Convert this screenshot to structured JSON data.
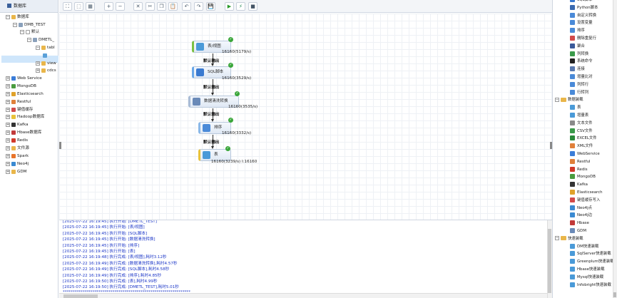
{
  "left_panel": {
    "title": "数据库",
    "tree": [
      {
        "label": "数据库",
        "toggle": "−",
        "icon_color": "#e9b64a",
        "icon": "database-folder-icon"
      },
      {
        "label": "DMB_TEST",
        "toggle": "−",
        "icon_color": "#8aa0bb",
        "icon": "database-icon"
      },
      {
        "label": "默认",
        "toggle": "−",
        "icon_color": "#ffffff",
        "icon": "schema-icon"
      },
      {
        "label": "DMETL_",
        "toggle": "−",
        "icon_color": "#8aa0bb",
        "icon": "user-icon"
      },
      {
        "label": "tabl",
        "toggle": "−",
        "icon_color": "#e9b64a",
        "icon": "folder-icon"
      },
      {
        "label": "",
        "toggle": "",
        "icon_color": "#5aa0d8",
        "icon": "table-icon"
      },
      {
        "label": "view",
        "toggle": "+",
        "icon_color": "#e9b64a",
        "icon": "folder-icon"
      },
      {
        "label": "cdcs",
        "toggle": "+",
        "icon_color": "#e9b64a",
        "icon": "folder-icon"
      },
      {
        "label": "Web Service",
        "toggle": "+",
        "icon_color": "#3b7dd8",
        "icon": "webservice-icon"
      },
      {
        "label": "MongoDB",
        "toggle": "+",
        "icon_color": "#4a9c3f",
        "icon": "mongodb-icon"
      },
      {
        "label": "Elasticsearch",
        "toggle": "+",
        "icon_color": "#e0a22a",
        "icon": "elasticsearch-icon"
      },
      {
        "label": "Restful",
        "toggle": "+",
        "icon_color": "#e0803a",
        "icon": "restful-icon"
      },
      {
        "label": "键值缓存",
        "toggle": "+",
        "icon_color": "#d24a4a",
        "icon": "kv-cache-icon"
      },
      {
        "label": "Hadoop数据库",
        "toggle": "+",
        "icon_color": "#e9c23a",
        "icon": "hadoop-icon"
      },
      {
        "label": "Kafka",
        "toggle": "+",
        "icon_color": "#333333",
        "icon": "kafka-icon"
      },
      {
        "label": "Hbase数据库",
        "toggle": "+",
        "icon_color": "#c23a3a",
        "icon": "hbase-icon"
      },
      {
        "label": "Redis",
        "toggle": "+",
        "icon_color": "#d23a2a",
        "icon": "redis-icon"
      },
      {
        "label": "文件源",
        "toggle": "+",
        "icon_color": "#e9b64a",
        "icon": "file-source-icon"
      },
      {
        "label": "Spark",
        "toggle": "+",
        "icon_color": "#e8742a",
        "icon": "spark-icon"
      },
      {
        "label": "Neo4j",
        "toggle": "+",
        "icon_color": "#3a8ad2",
        "icon": "neo4j-icon"
      },
      {
        "label": "GDM",
        "toggle": "+",
        "icon_color": "#e9b64a",
        "icon": "gdm-icon"
      }
    ]
  },
  "toolbar": {
    "buttons": [
      {
        "name": "fit-view-button",
        "glyph": "⛶"
      },
      {
        "name": "select-button",
        "glyph": "⬚"
      },
      {
        "name": "grid-button",
        "glyph": "▦"
      },
      {
        "name": "zoom-in-button",
        "glyph": "+"
      },
      {
        "name": "zoom-out-button",
        "glyph": "−"
      },
      {
        "name": "delete-button",
        "glyph": "✕"
      },
      {
        "name": "cut-button",
        "glyph": "✂"
      },
      {
        "name": "copy-button",
        "glyph": "❐"
      },
      {
        "name": "paste-button",
        "glyph": "📋"
      },
      {
        "name": "undo-button",
        "glyph": "↶"
      },
      {
        "name": "redo-button",
        "glyph": "↷"
      },
      {
        "name": "save-button",
        "glyph": "💾"
      },
      {
        "name": "run-button",
        "glyph": "▶"
      },
      {
        "name": "debug-button",
        "glyph": "⚡"
      },
      {
        "name": "stop-button",
        "glyph": "■"
      }
    ]
  },
  "flow": {
    "nodes": [
      {
        "label": "表/视图",
        "stat": "16160(5179/s)",
        "icon_color": "#4a9ad8",
        "accent": "#7ac043"
      },
      {
        "label": "SQL脚本",
        "stat": "16160(3529/s)",
        "icon_color": "#3a7ad0",
        "accent": "#6aa8e8"
      },
      {
        "label": "数据清洗转换",
        "stat": "16160(3535/s)",
        "icon_color": "#6a8ab8",
        "accent": "#a9bcd6"
      },
      {
        "label": "排序",
        "stat": "16160(3332/s)",
        "icon_color": "#4a8ad8",
        "accent": "#8ab8e8"
      },
      {
        "label": "表",
        "stat": "16160(3239/s) I:16160",
        "icon_color": "#4a9ad8",
        "accent": "#e9c23a"
      }
    ],
    "edge_label": "默认输出"
  },
  "log": {
    "lines": [
      "[2025-07-22 16:19:45] 执行开始: [DMETL_TEST]",
      "[2025-07-22 16:19:45] 执行开始: [表/视图]",
      "[2025-07-22 16:19:45] 执行开始: [SQL脚本]",
      "[2025-07-22 16:19:45] 执行开始: [数据清洗转换]",
      "[2025-07-22 16:19:45] 执行开始: [排序]",
      "[2025-07-22 16:19:45] 执行开始: [表]",
      "[2025-07-22 16:19:48] 执行完成: [表/视图],耗时3.12秒",
      "[2025-07-22 16:19:49] 执行完成: [数据清洗转换],耗时4.57秒",
      "[2025-07-22 16:19:49] 执行完成: [SQL脚本],耗时4.58秒",
      "[2025-07-22 16:19:49] 执行完成: [排序],耗时4.85秒",
      "[2025-07-22 16:19:50] 执行完成: [表],耗时4.99秒",
      "[2025-07-22 16:19:50] 执行完成: [DMETL_TEST],耗时5.01秒",
      "****************************************************************"
    ]
  },
  "right_panel": {
    "items": [
      {
        "label": "SQL脚本",
        "type": "item",
        "color": "#3a7ad0",
        "icon": "sql-script-icon"
      },
      {
        "label": "Python脚本",
        "type": "item",
        "color": "#3a6ab0",
        "icon": "python-script-icon"
      },
      {
        "label": "自定义转换",
        "type": "item",
        "color": "#4a8ad8",
        "icon": "custom-transform-icon"
      },
      {
        "label": "设置变量",
        "type": "item",
        "color": "#4a8ad8",
        "icon": "set-variable-icon"
      },
      {
        "label": "排序",
        "type": "item",
        "color": "#4a8ad8",
        "icon": "sort-icon"
      },
      {
        "label": "删除重复行",
        "type": "item",
        "color": "#d24a4a",
        "icon": "dedupe-icon"
      },
      {
        "label": "聚合",
        "type": "item",
        "color": "#3a5a9a",
        "icon": "aggregate-icon"
      },
      {
        "label": "列转换",
        "type": "item",
        "color": "#3a9a4a",
        "icon": "column-transform-icon"
      },
      {
        "label": "系统命令",
        "type": "item",
        "color": "#222222",
        "icon": "system-command-icon"
      },
      {
        "label": "连接",
        "type": "item",
        "color": "#5a7ab0",
        "icon": "join-icon"
      },
      {
        "label": "增量比对",
        "type": "item",
        "color": "#4a8ad8",
        "icon": "incremental-compare-icon"
      },
      {
        "label": "列转行",
        "type": "item",
        "color": "#4a8ad8",
        "icon": "column-to-row-icon"
      },
      {
        "label": "行转列",
        "type": "item",
        "color": "#4a8ad8",
        "icon": "row-to-column-icon"
      },
      {
        "label": "数据装载",
        "type": "group",
        "color": "#e9b64a",
        "icon": "folder-icon"
      },
      {
        "label": "表",
        "type": "item",
        "color": "#4a9ad8",
        "icon": "table-icon"
      },
      {
        "label": "增量表",
        "type": "item",
        "color": "#4a9ad8",
        "icon": "incremental-table-icon"
      },
      {
        "label": "文本文件",
        "type": "item",
        "color": "#8a8a8a",
        "icon": "text-file-icon"
      },
      {
        "label": "CSV文件",
        "type": "item",
        "color": "#3a9a4a",
        "icon": "csv-file-icon"
      },
      {
        "label": "EXCEL文件",
        "type": "item",
        "color": "#2a8a3a",
        "icon": "excel-file-icon"
      },
      {
        "label": "XML文件",
        "type": "item",
        "color": "#e0803a",
        "icon": "xml-file-icon"
      },
      {
        "label": "WebService",
        "type": "item",
        "color": "#3b7dd8",
        "icon": "webservice-icon"
      },
      {
        "label": "Restful",
        "type": "item",
        "color": "#e0803a",
        "icon": "restful-icon"
      },
      {
        "label": "Redis",
        "type": "item",
        "color": "#d23a2a",
        "icon": "redis-icon"
      },
      {
        "label": "MongoDB",
        "type": "item",
        "color": "#4a9c3f",
        "icon": "mongodb-icon"
      },
      {
        "label": "Kafka",
        "type": "item",
        "color": "#333333",
        "icon": "kafka-icon"
      },
      {
        "label": "Elasticsearch",
        "type": "item",
        "color": "#e0a22a",
        "icon": "elasticsearch-icon"
      },
      {
        "label": "键值缓存写入",
        "type": "item",
        "color": "#d24a4a",
        "icon": "kv-cache-write-icon"
      },
      {
        "label": "Neo4j点",
        "type": "item",
        "color": "#3a8ad2",
        "icon": "neo4j-node-icon"
      },
      {
        "label": "Neo4j边",
        "type": "item",
        "color": "#3a8ad2",
        "icon": "neo4j-edge-icon"
      },
      {
        "label": "Hbase",
        "type": "item",
        "color": "#c23a3a",
        "icon": "hbase-icon"
      },
      {
        "label": "GDM",
        "type": "item",
        "color": "#6a8ab8",
        "icon": "gdm-icon"
      },
      {
        "label": "快速装载",
        "type": "group",
        "color": "#e9b64a",
        "icon": "folder-icon"
      },
      {
        "label": "DM快速装载",
        "type": "item",
        "color": "#4a9ad8",
        "icon": "dm-fast-load-icon"
      },
      {
        "label": "SqlServer快速装载",
        "type": "item",
        "color": "#4a9ad8",
        "icon": "sqlserver-fast-load-icon"
      },
      {
        "label": "Greenplum快速装载",
        "type": "item",
        "color": "#4a9ad8",
        "icon": "greenplum-fast-load-icon"
      },
      {
        "label": "Hbase快速装载",
        "type": "item",
        "color": "#4a9ad8",
        "icon": "hbase-fast-load-icon"
      },
      {
        "label": "Mysql快速装载",
        "type": "item",
        "color": "#4a9ad8",
        "icon": "mysql-fast-load-icon"
      },
      {
        "label": "Infobright快速装载",
        "type": "item",
        "color": "#4a9ad8",
        "icon": "infobright-fast-load-icon"
      }
    ]
  }
}
